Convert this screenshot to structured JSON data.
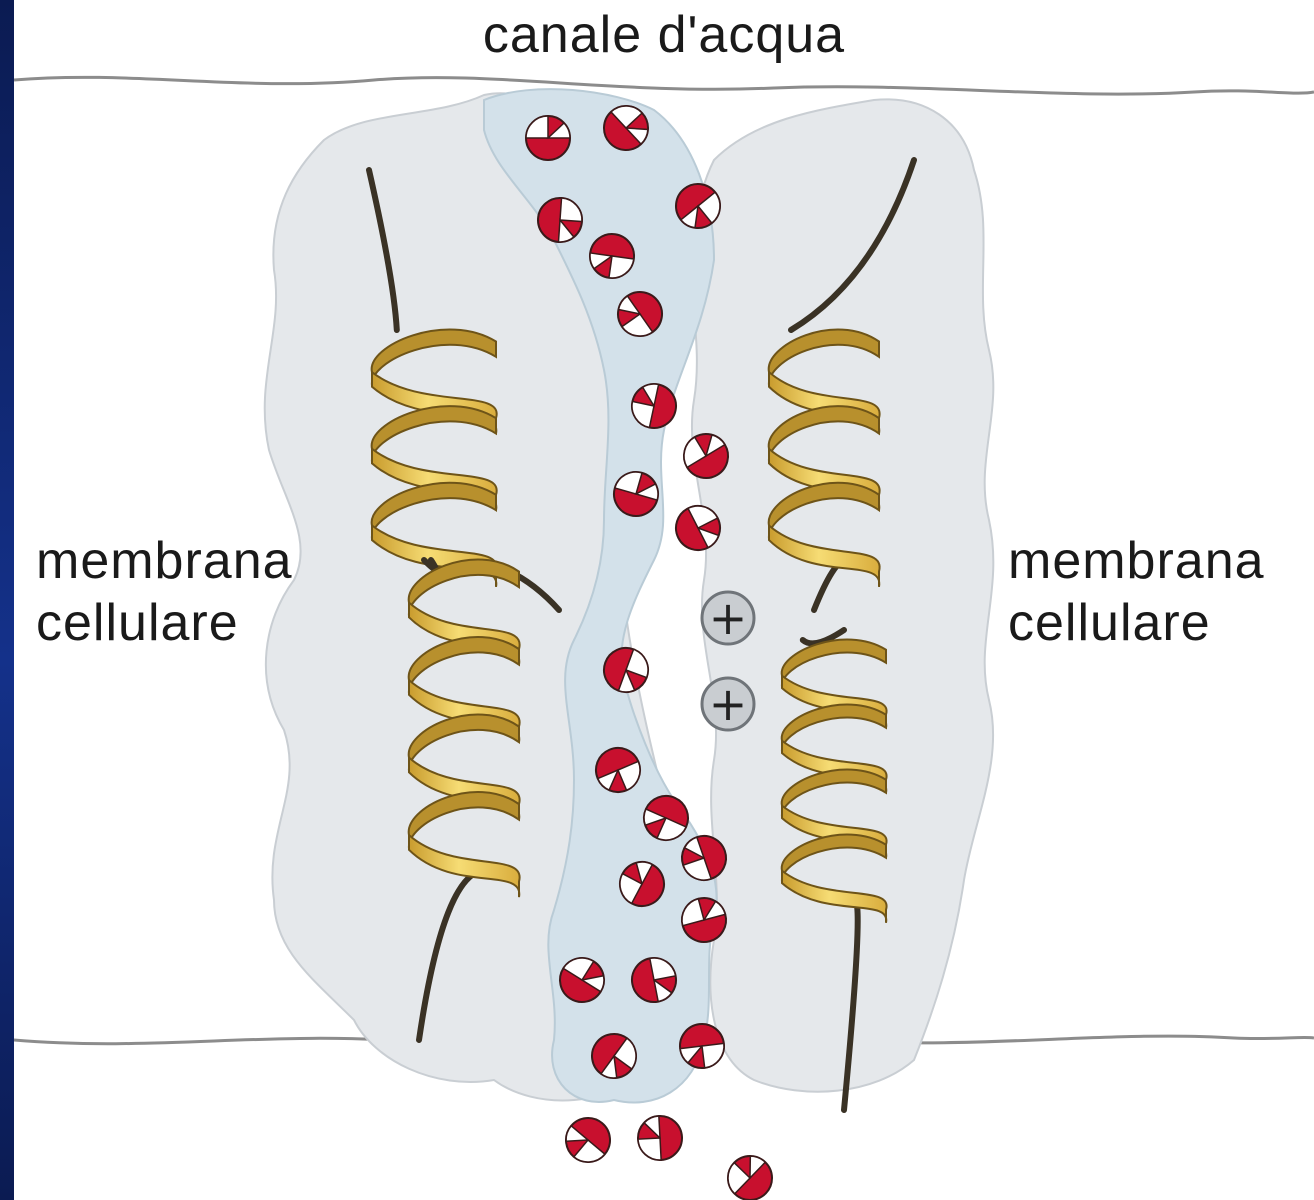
{
  "title": "canale d'acqua",
  "left_label": {
    "line1": "membrana",
    "line2": "cellulare"
  },
  "right_label": {
    "line1": "membrana",
    "line2": "cellulare"
  },
  "charge_symbol": "+",
  "colors": {
    "frame": "#0b1b52",
    "background": "#ffffff",
    "protein": "#e4e7ea",
    "channel": "#d3e1ea",
    "helix_light": "#f1d36a",
    "helix_dark": "#b98f2b",
    "oxygen": "#c8102e",
    "hydrogen": "#ffffff",
    "charge": "#c9cdd1"
  },
  "icons": [
    "water-molecule-icon",
    "alpha-helix-icon",
    "positive-charge-icon"
  ]
}
